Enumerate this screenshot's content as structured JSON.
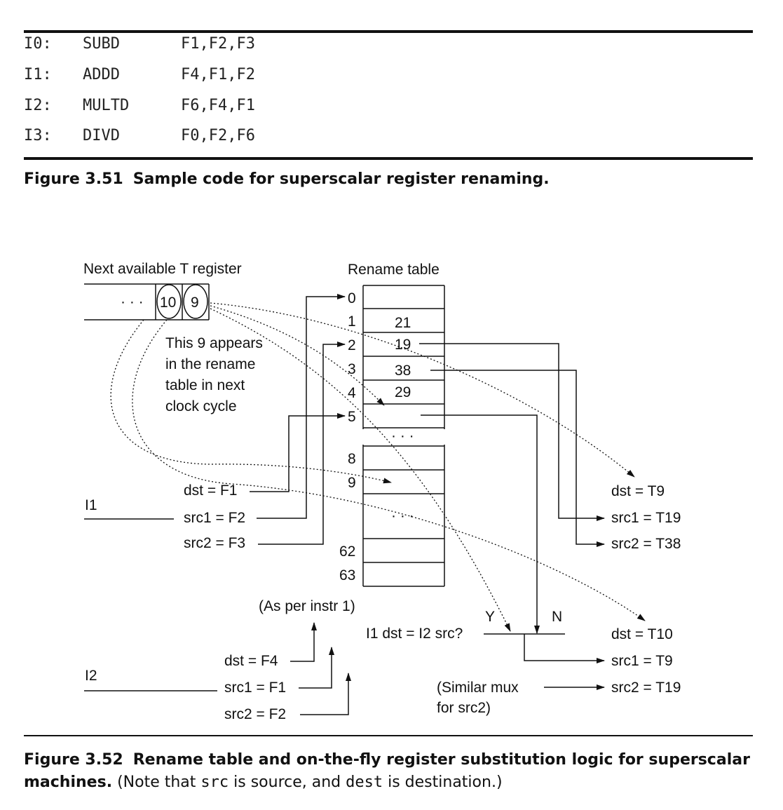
{
  "code_listing": {
    "rows": [
      {
        "label": "I0:",
        "op": "SUBD",
        "args": "F1,F2,F3"
      },
      {
        "label": "I1:",
        "op": "ADDD",
        "args": "F4,F1,F2"
      },
      {
        "label": "I2:",
        "op": "MULTD",
        "args": "F6,F4,F1"
      },
      {
        "label": "I3:",
        "op": "DIVD",
        "args": "F0,F2,F6"
      }
    ]
  },
  "figure351": {
    "number": "Figure 3.51",
    "title": "Sample code for superscalar register renaming."
  },
  "diagram": {
    "next_avail_label": "Next available T register",
    "queue_dots": "· · ·",
    "queue_10": "10",
    "queue_9": "9",
    "note_lines": [
      "This 9 appears",
      "in the rename",
      "table in next",
      "clock cycle"
    ],
    "rename_table_label": "Rename table",
    "row_indices": [
      "0",
      "1",
      "2",
      "3",
      "4",
      "5",
      "8",
      "9",
      "62",
      "63"
    ],
    "cell_values": [
      "21",
      "19",
      "38",
      "29"
    ],
    "ellipsis": "· · ·",
    "i1_label": "I1",
    "i1_fields": [
      "dst = F1",
      "src1 = F2",
      "src2 = F3"
    ],
    "i2_label": "I2",
    "i2_fields": [
      "dst = F4",
      "src1 = F1",
      "src2 = F2"
    ],
    "as_per": "(As per instr 1)",
    "compare": "I1 dst = I2 src?",
    "mux_y": "Y",
    "mux_n": "N",
    "outputs_i1": [
      "dst = T9",
      "src1 = T19",
      "src2 = T38"
    ],
    "outputs_i2": [
      "dst = T10",
      "src1 = T9",
      "src2 = T19"
    ],
    "similar_mux": [
      "(Similar mux",
      "for src2)"
    ]
  },
  "figure352": {
    "number": "Figure 3.52",
    "title": "Rename table and on-the-fly register substitution logic for superscalar machines.",
    "note_parts": [
      "(Note that ",
      "src",
      " is source, and ",
      "dest",
      " is destination.)"
    ]
  }
}
